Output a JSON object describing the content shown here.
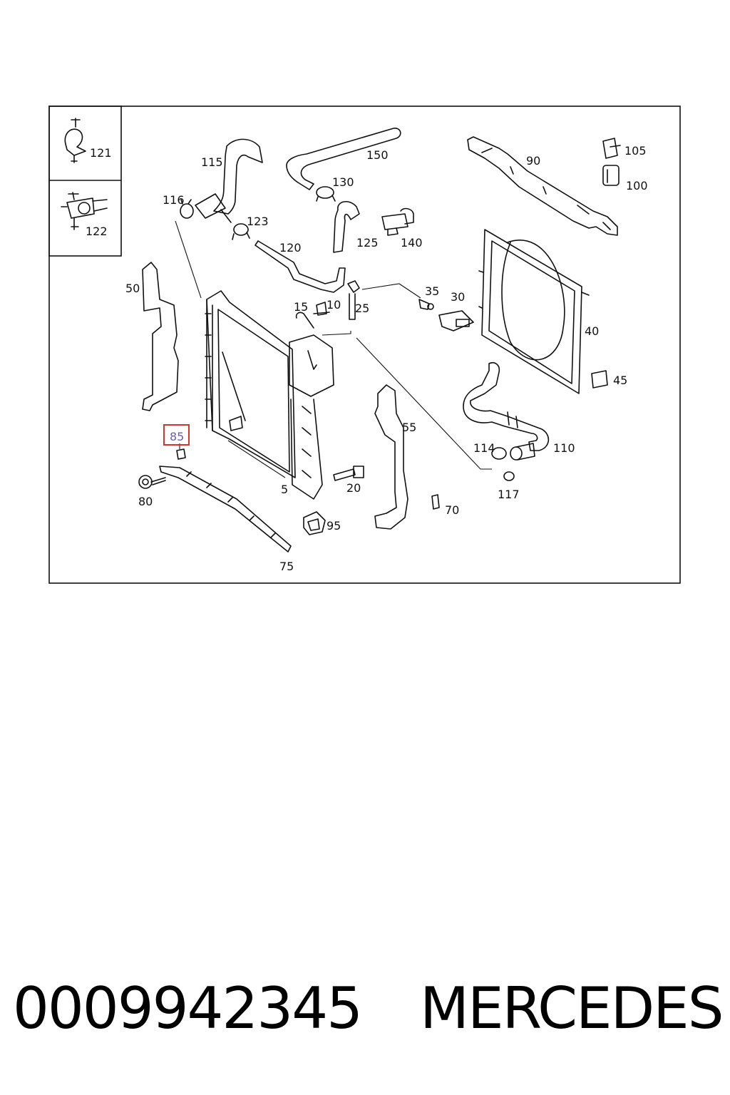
{
  "diagram": {
    "callouts": [
      "121",
      "122",
      "115",
      "150",
      "90",
      "105",
      "100",
      "116",
      "130",
      "123",
      "120",
      "125",
      "140",
      "50",
      "35",
      "30",
      "15",
      "10",
      "25",
      "40",
      "45",
      "55",
      "114",
      "110",
      "85",
      "117",
      "5",
      "20",
      "80",
      "70",
      "95",
      "75"
    ],
    "highlighted_callout": "85",
    "highlight_color": "#d9342b"
  },
  "caption": {
    "part_number": "0009942345",
    "brand": "MERCEDES"
  }
}
